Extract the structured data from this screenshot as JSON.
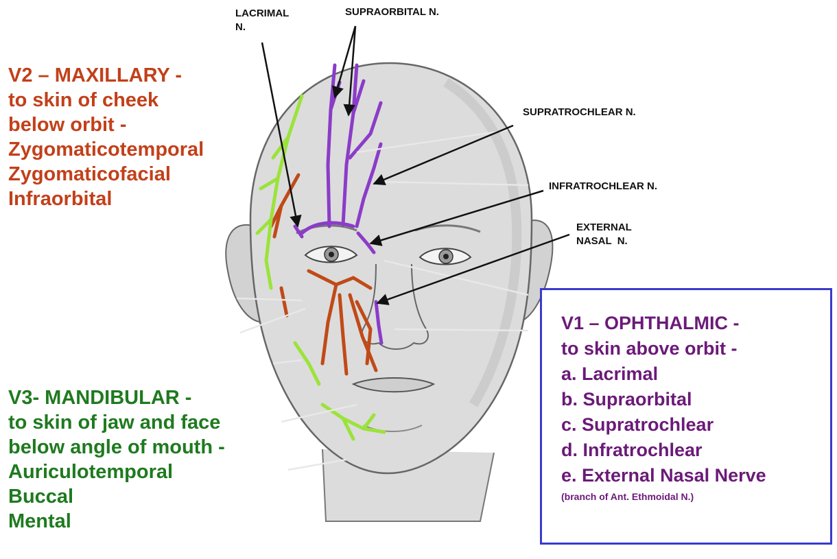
{
  "colors": {
    "maxillary": "#c2401a",
    "mandibular": "#1f7a1f",
    "ophthalmic": "#6b1a78",
    "ophthalmic_nerve_line": "#8b3cc8",
    "maxillary_nerve_line": "#c04a18",
    "mandibular_nerve_line": "#9be33a",
    "box_border": "#3a3acc",
    "pointer": "#111111"
  },
  "labels": {
    "lacrimal": [
      "LACRIMAL",
      "N."
    ],
    "supraorbital": "SUPRAORBITAL N.",
    "supratrochlear": "SUPRATROCHLEAR N.",
    "infratrochlear": "INFRATROCHLEAR N.",
    "external_nasal": [
      "EXTERNAL",
      "NASAL  N."
    ]
  },
  "v2": {
    "lines": [
      "V2 – MAXILLARY -",
      "to skin of cheek",
      "below orbit -",
      "Zygomaticotemporal",
      "Zygomaticofacial",
      "Infraorbital"
    ]
  },
  "v3": {
    "lines": [
      "V3- MANDIBULAR -",
      "to skin of jaw and face",
      "below angle of mouth -",
      "Auriculotemporal",
      "Buccal",
      "Mental"
    ]
  },
  "v1": {
    "lines": [
      "V1 – OPHTHALMIC -",
      "to skin above orbit -",
      "a. Lacrimal",
      "b. Supraorbital",
      "c. Supratrochlear",
      "d. Infratrochlear",
      "e. External Nasal Nerve"
    ],
    "note": "(branch of Ant. Ethmoidal N.)"
  }
}
